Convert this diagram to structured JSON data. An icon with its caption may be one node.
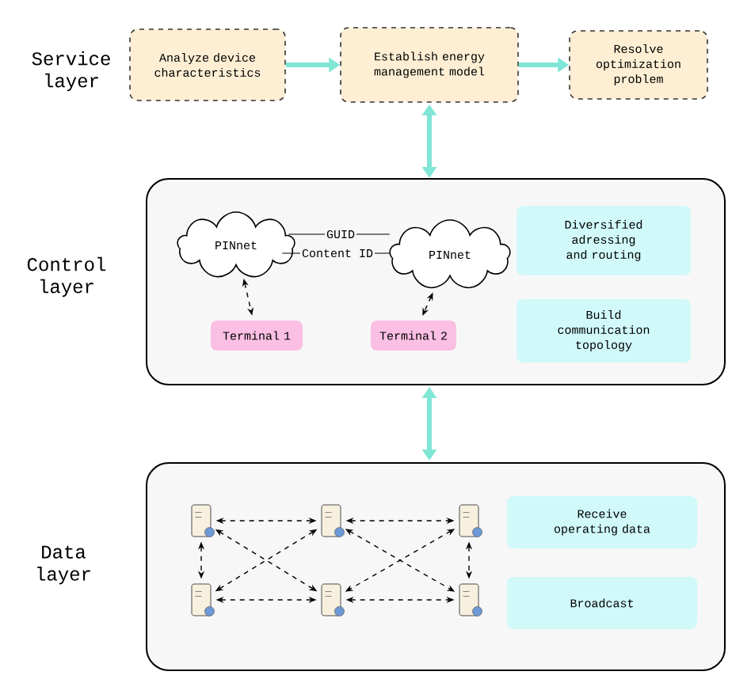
{
  "diagram": {
    "nodes": [
      {
        "text": [
          "Analyze device characteristics"
        ]
      },
      {
        "text": [
          "Establish energy management model"
        ]
      },
      {
        "text": [
          "Resolve optimization problem"
        ]
      },
      {
        "text": [],
        "shape": "box"
      },
      {
        "text": [
          "PINnet"
        ],
        "in": 3
      },
      {
        "text": [
          "PINnet"
        ],
        "in": 3
      },
      {
        "text": [
          "Terminal 1"
        ],
        "in": 3
      },
      {
        "text": [
          "Terminal 2"
        ],
        "in": 3
      },
      {
        "text": [
          "Diversified adressing and routing"
        ],
        "in": 3
      },
      {
        "text": [
          "Build communication topology"
        ],
        "in": 3
      },
      {
        "text": [],
        "shape": "box"
      },
      {
        "text": [],
        "shape": "server",
        "in": 10
      },
      {
        "text": [],
        "shape": "server",
        "in": 10
      },
      {
        "text": [],
        "shape": "server",
        "in": 10
      },
      {
        "text": [],
        "shape": "server",
        "in": 10
      },
      {
        "text": [],
        "shape": "server",
        "in": 10
      },
      {
        "text": [],
        "shape": "server",
        "in": 10
      },
      {
        "text": [
          "Receive operating data"
        ],
        "in": 10
      },
      {
        "text": [
          "Broadcast"
        ],
        "in": 10
      }
    ],
    "edges": [
      {
        "from": 0,
        "to": 1,
        "arrow": "to",
        "style": "thick",
        "color": "#80e6d6"
      },
      {
        "from": 1,
        "to": 2,
        "arrow": "to",
        "style": "thick",
        "color": "#80e6d6"
      },
      {
        "from": 1,
        "to": 3,
        "arrow": "both",
        "style": "thick",
        "color": "#80e6d6"
      },
      {
        "from": 3,
        "to": 10,
        "arrow": "both",
        "style": "thick",
        "color": "#80e6d6"
      },
      {
        "from": 4,
        "to": 5,
        "arrow": "none",
        "label": "GUID"
      },
      {
        "from": 4,
        "to": 5,
        "arrow": "none",
        "label": "Content ID"
      },
      {
        "from": 4,
        "to": 6,
        "arrow": "both",
        "style": "dashed"
      },
      {
        "from": 5,
        "to": 7,
        "arrow": "both",
        "style": "dashed"
      },
      {
        "from": 11,
        "to": 12,
        "arrow": "both",
        "style": "dashed"
      },
      {
        "from": 12,
        "to": 13,
        "arrow": "both",
        "style": "dashed"
      },
      {
        "from": 14,
        "to": 15,
        "arrow": "both",
        "style": "dashed"
      },
      {
        "from": 15,
        "to": 16,
        "arrow": "both",
        "style": "dashed"
      },
      {
        "from": 11,
        "to": 14,
        "arrow": "both",
        "style": "dashed"
      },
      {
        "from": 13,
        "to": 16,
        "arrow": "both",
        "style": "dashed"
      },
      {
        "from": 11,
        "to": 15,
        "arrow": "both",
        "style": "dashed"
      },
      {
        "from": 12,
        "to": 14,
        "arrow": "both",
        "style": "dashed"
      },
      {
        "from": 12,
        "to": 16,
        "arrow": "both",
        "style": "dashed"
      },
      {
        "from": 13,
        "to": 15,
        "arrow": "both",
        "style": "dashed"
      }
    ],
    "labels": [
      "Service layer",
      "Control layer",
      "Data layer"
    ]
  }
}
